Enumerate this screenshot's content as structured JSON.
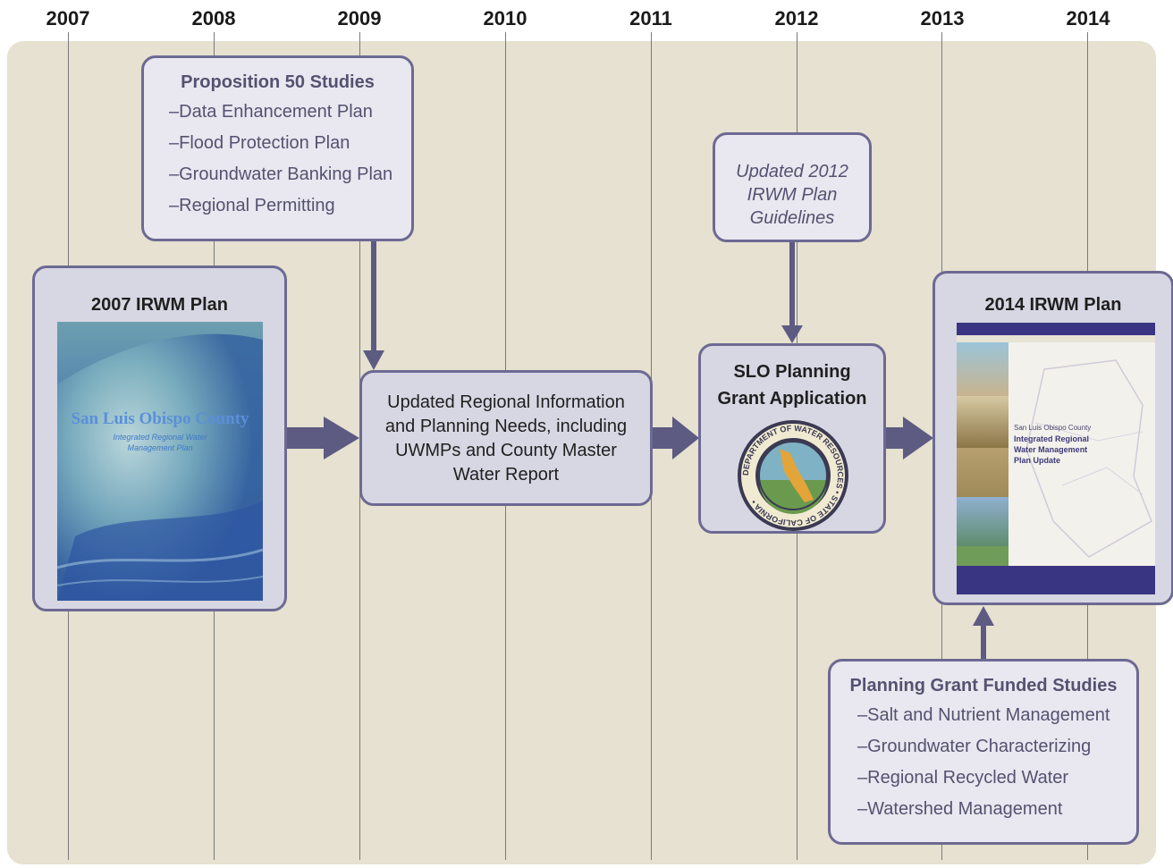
{
  "years": [
    "2007",
    "2008",
    "2009",
    "2010",
    "2011",
    "2012",
    "2013",
    "2014"
  ],
  "prop50": {
    "title": "Proposition 50 Studies",
    "items": [
      "–Data Enhancement Plan",
      "–Flood Protection Plan",
      "–Groundwater Banking Plan",
      "–Regional Permitting"
    ]
  },
  "guidelines": {
    "lines": [
      "Updated 2012",
      "IRWM Plan",
      "Guidelines"
    ]
  },
  "plan2007": {
    "title": "2007 IRWM Plan",
    "cover_title": "San Luis Obispo County",
    "cover_subtitle_1": "Integrated Regional Water",
    "cover_subtitle_2": "Management Plan"
  },
  "regional_info": {
    "lines": [
      "Updated Regional Information",
      "and Planning Needs, including",
      "UWMPs and County Master",
      "Water Report"
    ]
  },
  "slo_grant": {
    "title_1": "SLO Planning",
    "title_2": "Grant Application",
    "seal_text": "DEPARTMENT OF WATER RESOURCES • STATE OF CALIFORNIA •"
  },
  "plan2014": {
    "title": "2014 IRWM Plan",
    "cover_county": "San Luis Obispo County",
    "cover_lines": [
      "Integrated Regional",
      "Water Management",
      "Plan Update"
    ]
  },
  "grant_studies": {
    "title": "Planning Grant Funded Studies",
    "items": [
      "–Salt and Nutrient Management",
      "–Groundwater Characterizing",
      "–Regional Recycled Water",
      "–Watershed Management"
    ]
  },
  "colors": {
    "panel": "#e6e1d0",
    "box_fill": "#d7d6e3",
    "box_border": "#6c6a93",
    "arrow": "#5d5b82"
  }
}
